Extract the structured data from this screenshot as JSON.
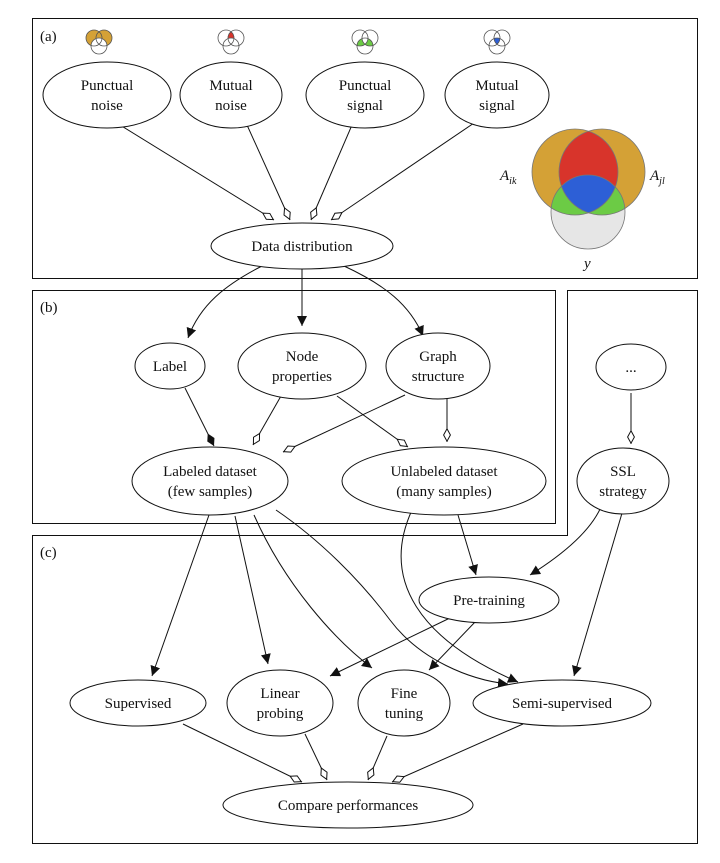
{
  "panels": {
    "a": "(a)",
    "b": "(b)",
    "c": "(c)"
  },
  "nodes": {
    "punctual_noise": [
      "Punctual",
      "noise"
    ],
    "mutual_noise": [
      "Mutual",
      "noise"
    ],
    "punctual_signal": [
      "Punctual",
      "signal"
    ],
    "mutual_signal": [
      "Mutual",
      "signal"
    ],
    "data_distribution": [
      "Data distribution"
    ],
    "label": [
      "Label"
    ],
    "node_properties": [
      "Node",
      "properties"
    ],
    "graph_structure": [
      "Graph",
      "structure"
    ],
    "labeled_dataset": [
      "Labeled dataset",
      "(few samples)"
    ],
    "unlabeled_dataset": [
      "Unlabeled dataset",
      "(many samples)"
    ],
    "ellipsis": [
      "..."
    ],
    "ssl_strategy": [
      "SSL",
      "strategy"
    ],
    "pre_training": [
      "Pre-training"
    ],
    "supervised": [
      "Supervised"
    ],
    "linear_probing": [
      "Linear",
      "probing"
    ],
    "fine_tuning": [
      "Fine",
      "tuning"
    ],
    "semi_supervised": [
      "Semi-supervised"
    ],
    "compare_performances": [
      "Compare performances"
    ]
  },
  "venn": {
    "left_label": "A",
    "left_sub": "ik",
    "right_label": "A",
    "right_sub": "jl",
    "bottom_label": "y"
  },
  "colors": {
    "gold": "#D4A136",
    "red": "#D8342B",
    "blue": "#2D5FD6",
    "green": "#6CCB45",
    "gray": "#E6E6E6"
  }
}
